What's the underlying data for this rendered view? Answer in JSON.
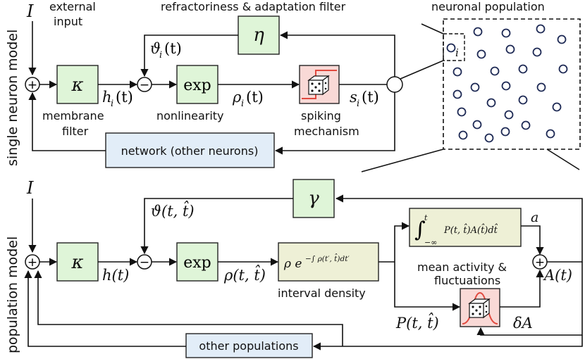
{
  "side_labels": {
    "top": "single neuron model",
    "bottom": "population model"
  },
  "single": {
    "input_symbol": "I",
    "external_input": [
      "external",
      "input"
    ],
    "refractoriness_title": "refractoriness & adaptation filter",
    "eta": "η",
    "kappa": "κ",
    "exp": "exp",
    "theta": "ϑ",
    "theta_args": "(t)",
    "h": "h",
    "h_args": "(t)",
    "rho": "ρ",
    "rho_args": "(t)",
    "s": "s",
    "s_args": "(t)",
    "sub_i": "i",
    "membrane_filter": [
      "membrane",
      "filter"
    ],
    "nonlinearity": "nonlinearity",
    "spiking_mechanism": [
      "spiking",
      "mechanism"
    ],
    "network": "network (other neurons)"
  },
  "population_panel": {
    "title": "neuronal population",
    "index": "i"
  },
  "population": {
    "input_symbol": "I",
    "gamma": "γ",
    "kappa": "κ",
    "exp": "exp",
    "theta": "ϑ(t, t̂)",
    "h": "h(t)",
    "rho": "ρ(t, t̂)",
    "interval_density_formula": "ρ e",
    "interval_density_exponent": "−∫ ρ(t′, t̂)dt′",
    "interval_density": "interval density",
    "mean_formula": "P(t, t̂)A(t̂)dt̂",
    "mean_upper": "t",
    "mean_lower": "−∞",
    "a": "a",
    "mean_activity": [
      "mean activity &",
      "fluctuations"
    ],
    "A": "A(t)",
    "P": "P(t, t̂)",
    "delta_A": "δA",
    "other_populations": "other populations"
  },
  "sum_symbol": "+",
  "minus_symbol": "−"
}
